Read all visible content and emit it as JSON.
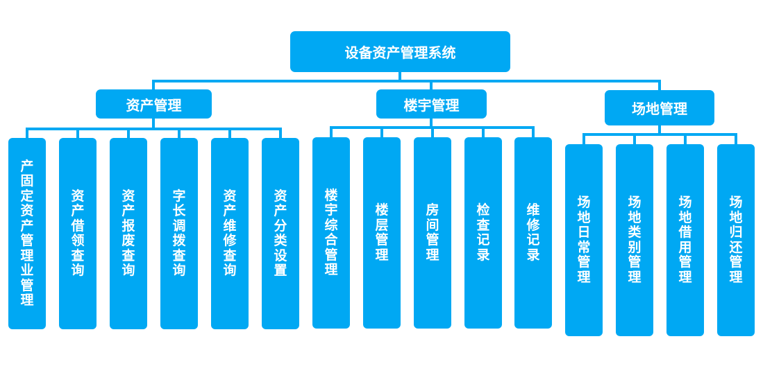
{
  "root": {
    "label": "设备资产管理系统"
  },
  "groups": [
    {
      "label": "资产管理",
      "leaves": [
        "产固定资产管理业管理",
        "资产借领查询",
        "资产报废查询",
        "字长调拨查询",
        "资产维修查询",
        "资产分类设置"
      ]
    },
    {
      "label": "楼宇管理",
      "leaves": [
        "楼宇综合管理",
        "楼层管理",
        "房间管理",
        "检查记录",
        "维修记录"
      ]
    },
    {
      "label": "场地管理",
      "leaves": [
        "场地日常管理",
        "场地类别管理",
        "场地借用管理",
        "场地归还管理"
      ]
    }
  ],
  "colors": {
    "node": "#00a8f3",
    "line": "#00a8f3",
    "text": "#ffffff"
  }
}
